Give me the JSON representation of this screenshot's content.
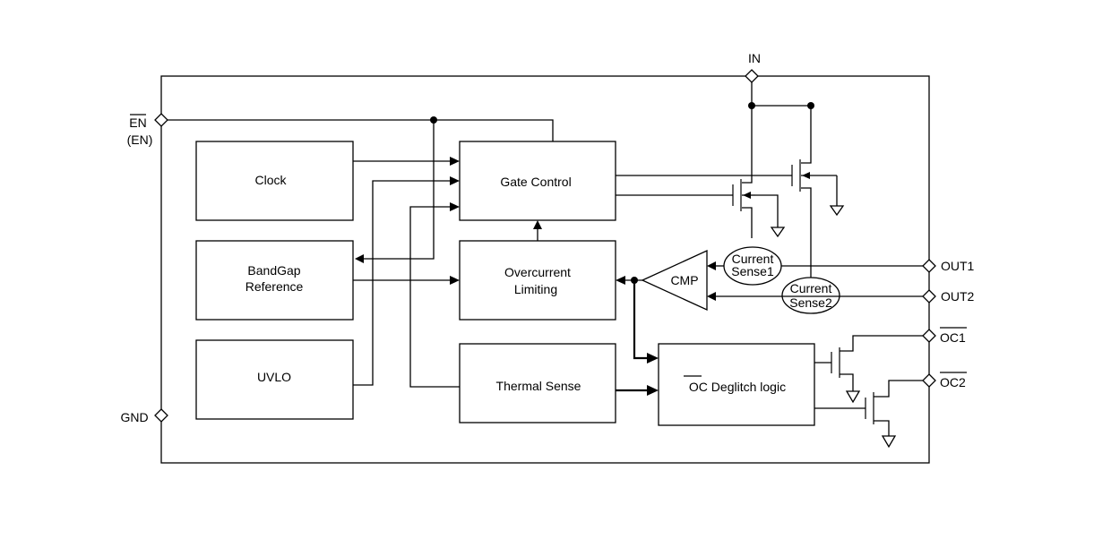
{
  "pins": {
    "in": "IN",
    "en": "EN",
    "en_alt": "(EN)",
    "gnd": "GND",
    "out1": "OUT1",
    "out2": "OUT2",
    "oc1": "OC1",
    "oc2": "OC2"
  },
  "blocks": {
    "clock": "Clock",
    "bandgap_line1": "BandGap",
    "bandgap_line2": "Reference",
    "uvlo": "UVLO",
    "gate_control": "Gate Control",
    "overcurrent_line1": "Overcurrent",
    "overcurrent_line2": "Limiting",
    "thermal_sense": "Thermal Sense",
    "deglitch_oc": "OC",
    "deglitch_rest": " Deglitch logic",
    "cmp": "CMP",
    "current_sense1_line1": "Current",
    "current_sense1_line2": "Sense1",
    "current_sense2_line1": "Current",
    "current_sense2_line2": "Sense2"
  }
}
